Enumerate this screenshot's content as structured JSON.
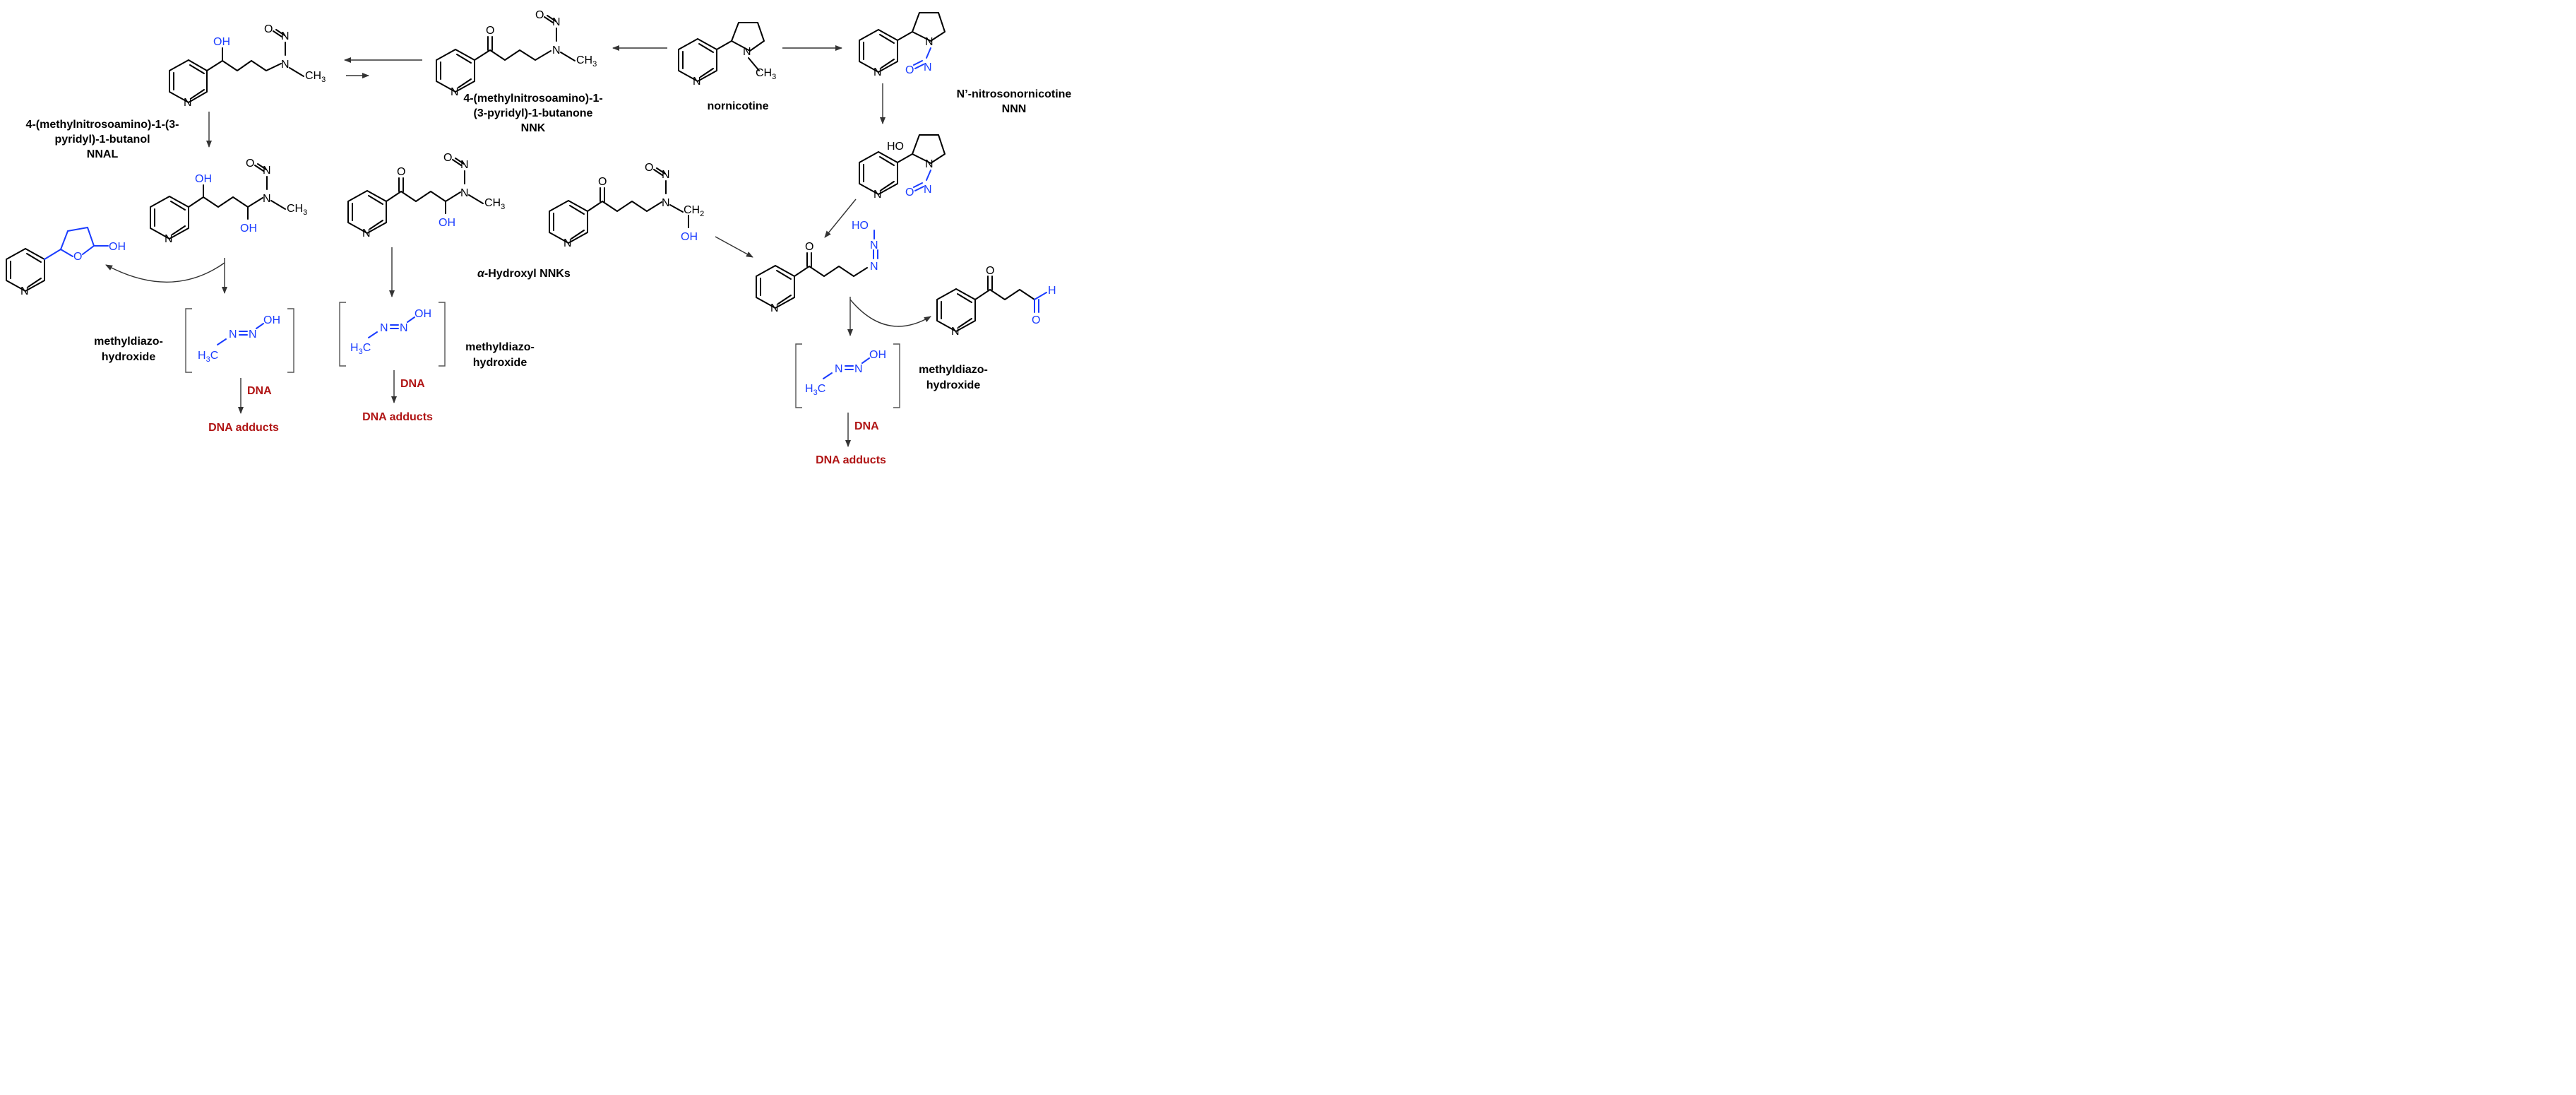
{
  "compounds": {
    "nnal": {
      "name_line1": "4-(methylnitrosoamino)-1-(3-",
      "name_line2": "pyridyl)-1-butanol",
      "abbr": "NNAL"
    },
    "nnk": {
      "name_line1": "4-(methylnitrosoamino)-1-",
      "name_line2": "(3-pyridyl)-1-butanone",
      "abbr": "NNK"
    },
    "nornicotine": {
      "name": "nornicotine"
    },
    "nnn": {
      "name": "N’-nitrosonornicotine",
      "abbr": "NNN"
    },
    "alpha_hydroxyl": {
      "prefix": "α",
      "label": "-Hydroxyl NNKs"
    }
  },
  "atoms": {
    "N": "N",
    "O": "O",
    "OH": "OH",
    "HO": "HO",
    "H": "H",
    "CH3_main": "CH",
    "CH3_sub": "3",
    "H3C_main": "H",
    "H3C_sub": "3",
    "H3C_tail": "C",
    "CH2_main": "CH",
    "CH2_sub": "2"
  },
  "labels": {
    "methyldiazo_line1": "methyldiazo-",
    "methyldiazo_line2": "hydroxide",
    "dna": "DNA",
    "dna_adducts": "DNA adducts"
  },
  "colors": {
    "black": "#000000",
    "blue": "#1a3cff",
    "red": "#b01414",
    "arrow": "#333333"
  }
}
